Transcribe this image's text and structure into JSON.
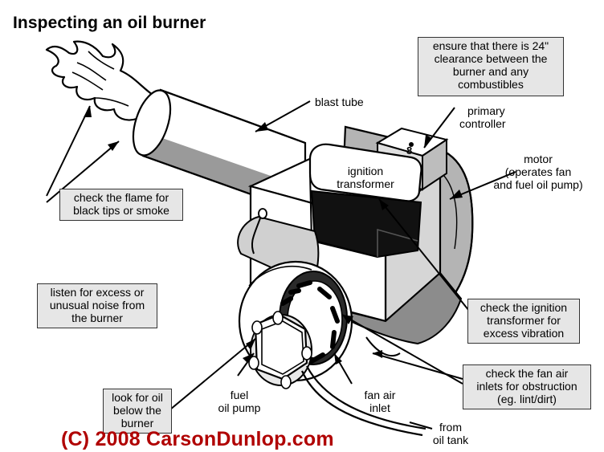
{
  "title": "Inspecting an oil burner",
  "labels": {
    "blast_tube": "blast tube",
    "primary_controller": [
      "primary",
      "controller"
    ],
    "motor": [
      "motor",
      "(operates fan",
      "and fuel oil pump)"
    ],
    "ignition_transformer": [
      "ignition",
      "transformer"
    ],
    "fuel_oil_pump": [
      "fuel",
      "oil pump"
    ],
    "fan_air_inlet": [
      "fan air",
      "inlet"
    ],
    "from_oil_tank": [
      "from",
      "oil tank"
    ],
    "controller_digit": "8"
  },
  "notes": {
    "clearance": [
      "ensure that there is 24\"",
      "clearance between the",
      "burner and any",
      "combustibles"
    ],
    "flame": [
      "check the flame for",
      "black tips or smoke"
    ],
    "noise": [
      "listen for excess or",
      "unusual noise from",
      "the burner"
    ],
    "vibration": [
      "check the ignition",
      "transformer for",
      "excess vibration"
    ],
    "fan_inlets": [
      "check the fan air",
      "inlets for obstruction",
      "(eg. lint/dirt)"
    ],
    "oil_below": [
      "look for oil",
      "below the",
      "burner"
    ]
  },
  "copyright": "(C) 2008 CarsonDunlop.com"
}
